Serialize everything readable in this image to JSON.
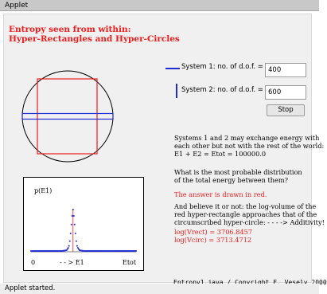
{
  "window": {
    "menu": "Applet",
    "status": "Applet started."
  },
  "header": {
    "line1": "Entropy seen from within:",
    "line2": "Hyper-Rectangles and Hyper-Circles"
  },
  "system1": {
    "label": "System 1:  no. of d.o.f. =",
    "value": "400"
  },
  "system2": {
    "label": "System 2:  no. of d.o.f. =",
    "value": "600"
  },
  "stop_button": "Stop",
  "explanation": {
    "p1": [
      "Systems 1 and 2 may exchange energy with",
      "each other but not with the rest of the world:",
      "E1 + E2 = Etot = 100000.0"
    ],
    "p2": [
      "What is the most probable distribution",
      "of the total energy between them?"
    ],
    "p3": "The answer is drawn in red.",
    "p4": [
      "And believe it or not: the log-volume of the",
      "red hyper-rectangle approaches that of the",
      "circumscribed hyper-circle:  - - - -> Additivity!"
    ],
    "p5": [
      "log(Vrect) = 3706.8457",
      "log(Vcirc) = 3713.4712"
    ]
  },
  "plot": {
    "ylabel": "p(E1)",
    "xlabel": "- - > E1",
    "x_start": "0",
    "x_end": "Etot"
  },
  "footer": "Entropy1.java / Copyright F. Vesely 2000",
  "colors": {
    "red": "#ee1c1c",
    "blue": "#1f2bd6"
  },
  "chart_data": {
    "type": "line",
    "title": "",
    "ylabel": "p(E1)",
    "xlabel": "--> E1",
    "xlim": [
      0,
      1
    ],
    "x_tick_labels": [
      "0",
      "Etot"
    ],
    "series": [
      {
        "color": "#1f2bd6",
        "style": "dotted",
        "x": [
          0.0,
          0.2,
          0.3,
          0.34,
          0.36,
          0.37,
          0.38,
          0.39,
          0.4,
          0.41,
          0.42,
          0.43,
          0.44,
          0.46,
          0.5,
          0.7,
          1.0
        ],
        "y": [
          0.0,
          0.0,
          0.0,
          0.02,
          0.1,
          0.25,
          0.5,
          0.8,
          1.0,
          0.8,
          0.5,
          0.25,
          0.1,
          0.02,
          0.0,
          0.0,
          0.0
        ]
      }
    ],
    "peak_marker": {
      "x": 0.4,
      "color": "#ee1c1c"
    }
  }
}
